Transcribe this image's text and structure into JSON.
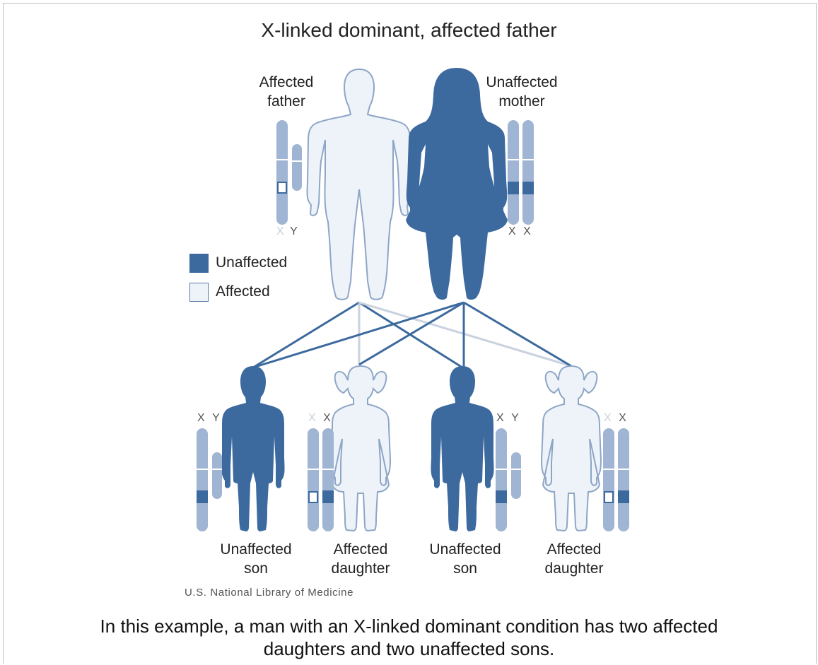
{
  "title": "X-linked dominant, affected father",
  "colors": {
    "unaffected_fill": "#3d6a9e",
    "affected_fill": "#eef3f9",
    "figure_outline": "#8ea6c6",
    "chromosome": "#9fb5d3",
    "line_dark": "#3d6a9e",
    "line_light": "#c9d2de"
  },
  "parents": {
    "father": {
      "label_line1": "Affected",
      "label_line2": "father",
      "chromosomes": "X Y",
      "x_label": "X",
      "y_label": "Y",
      "status": "affected",
      "sex": "male"
    },
    "mother": {
      "label_line1": "Unaffected",
      "label_line2": "mother",
      "chromosomes": "X X",
      "x1_label": "X",
      "x2_label": "X",
      "status": "unaffected",
      "sex": "female"
    }
  },
  "legend": {
    "unaffected": "Unaffected",
    "affected": "Affected"
  },
  "children": [
    {
      "label_line1": "Unaffected",
      "label_line2": "son",
      "c1": "X",
      "c2": "Y",
      "status": "unaffected",
      "sex": "male"
    },
    {
      "label_line1": "Affected",
      "label_line2": "daughter",
      "c1": "X",
      "c2": "X",
      "status": "affected",
      "sex": "female"
    },
    {
      "label_line1": "Unaffected",
      "label_line2": "son",
      "c1": "X",
      "c2": "Y",
      "status": "unaffected",
      "sex": "male"
    },
    {
      "label_line1": "Affected",
      "label_line2": "daughter",
      "c1": "X",
      "c2": "X",
      "status": "affected",
      "sex": "female"
    }
  ],
  "credit": "U.S. National Library of Medicine",
  "caption": {
    "line1": "In this example, a man with an X-linked dominant condition has two affected",
    "line2": "daughters and two unaffected sons."
  }
}
